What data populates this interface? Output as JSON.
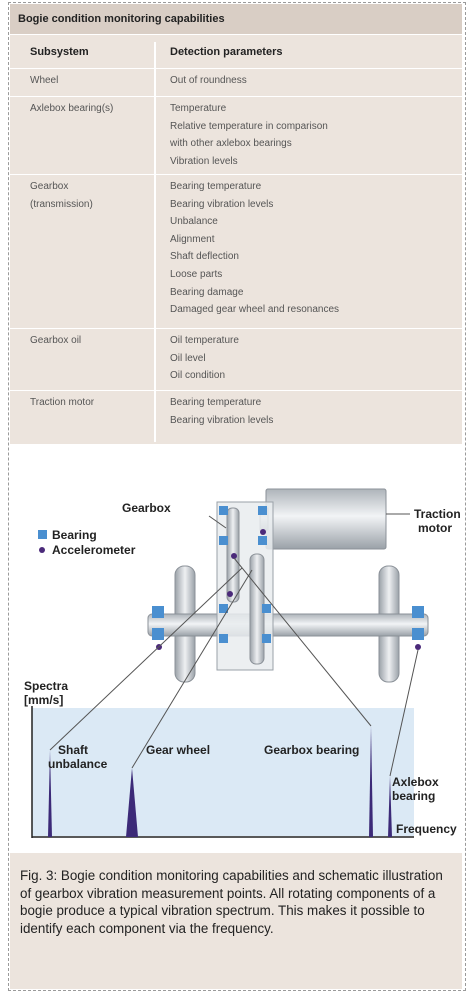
{
  "table": {
    "title": "Bogie condition monitoring capabilities",
    "headers": {
      "subsystem": "Subsystem",
      "detection": "Detection parameters"
    },
    "rows": [
      {
        "subsystem": [
          "Wheel"
        ],
        "params": [
          "Out of roundness"
        ]
      },
      {
        "subsystem": [
          "Axlebox bearing(s)"
        ],
        "params": [
          "Temperature",
          "Relative temperature in comparison",
          "with other axlebox bearings",
          "Vibration levels"
        ]
      },
      {
        "subsystem": [
          "Gearbox",
          "(transmission)"
        ],
        "params": [
          "Bearing temperature",
          "Bearing vibration levels",
          "Unbalance",
          "Alignment",
          "Shaft deflection",
          "Loose parts",
          "Bearing damage",
          "Damaged gear wheel and resonances"
        ]
      },
      {
        "subsystem": [
          "Gearbox oil"
        ],
        "params": [
          "Oil temperature",
          "Oil level",
          "Oil condition"
        ]
      },
      {
        "subsystem": [
          "Traction motor"
        ],
        "params": [
          "Bearing temperature",
          "Bearing vibration levels"
        ]
      }
    ]
  },
  "diagram": {
    "labels": {
      "gearbox": "Gearbox",
      "traction_motor_1": "Traction",
      "traction_motor_2": "motor",
      "legend_bearing": "Bearing",
      "legend_accelerometer": "Accelerometer",
      "spectra_1": "Spectra",
      "spectra_2": "[mm/s]",
      "shaft_unbalance_1": "Shaft",
      "shaft_unbalance_2": "unbalance",
      "gear_wheel": "Gear wheel",
      "gearbox_bearing": "Gearbox bearing",
      "axlebox_bearing_1": "Axlebox",
      "axlebox_bearing_2": "bearing",
      "frequency": "Frequency"
    },
    "colors": {
      "bearing": "#4a8fd0",
      "accelerometer": "#4b2a7a",
      "spectrum_bg": "#dbe9f5",
      "peak": "#3c2a78",
      "metal": "#bfc4c8"
    }
  },
  "caption": "Fig. 3: Bogie condition monitoring capabilities and schematic illustration of gearbox vibration measurement points. All rotating components of a bogie produce a typical vibration spectrum. This makes it possible to identify each component via the frequency."
}
